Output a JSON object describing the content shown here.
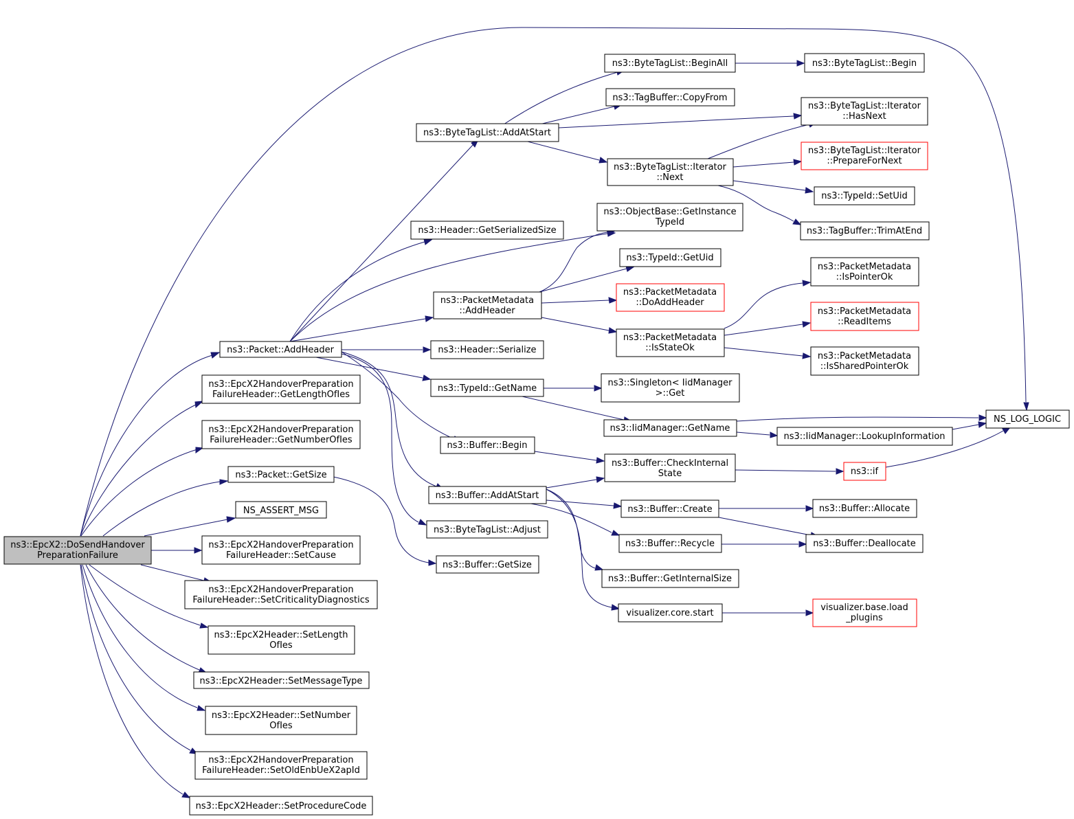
{
  "nodes": {
    "root": [
      "ns3::EpcX2::DoSendHandover",
      "PreparationFailure"
    ],
    "addHeader": [
      "ns3::Packet::AddHeader"
    ],
    "getLengthOfIes": [
      "ns3::EpcX2HandoverPreparation",
      "FailureHeader::GetLengthOfIes"
    ],
    "getNumberOfIes": [
      "ns3::EpcX2HandoverPreparation",
      "FailureHeader::GetNumberOfIes"
    ],
    "packetGetSize": [
      "ns3::Packet::GetSize"
    ],
    "nsAssertMsg": [
      "NS_ASSERT_MSG"
    ],
    "setCause": [
      "ns3::EpcX2HandoverPreparation",
      "FailureHeader::SetCause"
    ],
    "setCritDiag": [
      "ns3::EpcX2HandoverPreparation",
      "FailureHeader::SetCriticalityDiagnostics"
    ],
    "setLengthOfIes": [
      "ns3::EpcX2Header::SetLength",
      "OfIes"
    ],
    "setMessageType": [
      "ns3::EpcX2Header::SetMessageType"
    ],
    "setNumberOfIes": [
      "ns3::EpcX2Header::SetNumber",
      "OfIes"
    ],
    "setOldEnbUeX2apId": [
      "ns3::EpcX2HandoverPreparation",
      "FailureHeader::SetOldEnbUeX2apId"
    ],
    "setProcedureCode": [
      "ns3::EpcX2Header::SetProcedureCode"
    ],
    "byteTagAddAtStart": [
      "ns3::ByteTagList::AddAtStart"
    ],
    "headerGetSerializedSize": [
      "ns3::Header::GetSerializedSize"
    ],
    "pmAddHeader": [
      "ns3::PacketMetadata",
      "::AddHeader"
    ],
    "headerSerialize": [
      "ns3::Header::Serialize"
    ],
    "typeIdGetName": [
      "ns3::TypeId::GetName"
    ],
    "bufferBegin": [
      "ns3::Buffer::Begin"
    ],
    "bufferAddAtStart": [
      "ns3::Buffer::AddAtStart"
    ],
    "byteTagAdjust": [
      "ns3::ByteTagList::Adjust"
    ],
    "bufferGetSize": [
      "ns3::Buffer::GetSize"
    ],
    "byteTagBeginAll": [
      "ns3::ByteTagList::BeginAll"
    ],
    "tagBufferCopyFrom": [
      "ns3::TagBuffer::CopyFrom"
    ],
    "iterNext": [
      "ns3::ByteTagList::Iterator",
      "::Next"
    ],
    "objBaseGetInstanceTypeId": [
      "ns3::ObjectBase::GetInstance",
      "TypeId"
    ],
    "typeIdGetUid": [
      "ns3::TypeId::GetUid"
    ],
    "pmDoAddHeader": [
      "ns3::PacketMetadata",
      "::DoAddHeader"
    ],
    "pmIsStateOk": [
      "ns3::PacketMetadata",
      "::IsStateOk"
    ],
    "singletonGet": [
      "ns3::Singleton< IidManager",
      ">::Get"
    ],
    "iidGetName": [
      "ns3::IidManager::GetName"
    ],
    "bufferCheckInternalState": [
      "ns3::Buffer::CheckInternal",
      "State"
    ],
    "bufferCreate": [
      "ns3::Buffer::Create"
    ],
    "bufferRecycle": [
      "ns3::Buffer::Recycle"
    ],
    "bufferGetInternalSize": [
      "ns3::Buffer::GetInternalSize"
    ],
    "vizCoreStart": [
      "visualizer.core.start"
    ],
    "byteTagBegin": [
      "ns3::ByteTagList::Begin"
    ],
    "iterHasNext": [
      "ns3::ByteTagList::Iterator",
      "::HasNext"
    ],
    "iterPrepareForNext": [
      "ns3::ByteTagList::Iterator",
      "::PrepareForNext"
    ],
    "typeIdSetUid": [
      "ns3::TypeId::SetUid"
    ],
    "tagBufferTrimAtEnd": [
      "ns3::TagBuffer::TrimAtEnd"
    ],
    "pmIsPointerOk": [
      "ns3::PacketMetadata",
      "::IsPointerOk"
    ],
    "pmReadItems": [
      "ns3::PacketMetadata",
      "::ReadItems"
    ],
    "pmIsSharedPointerOk": [
      "ns3::PacketMetadata",
      "::IsSharedPointerOk"
    ],
    "iidLookupInformation": [
      "ns3::IidManager::LookupInformation"
    ],
    "nsIf": [
      "ns3::if"
    ],
    "bufferAllocate": [
      "ns3::Buffer::Allocate"
    ],
    "bufferDeallocate": [
      "ns3::Buffer::Deallocate"
    ],
    "vizLoadPlugins": [
      "visualizer.base.load",
      "_plugins"
    ],
    "nsLogLogic": [
      "NS_LOG_LOGIC"
    ]
  },
  "colors": {
    "edge": "#191970",
    "root_fill": "#bfbfbf",
    "node_border": "#000000",
    "undocumented_border": "#ff0000"
  }
}
